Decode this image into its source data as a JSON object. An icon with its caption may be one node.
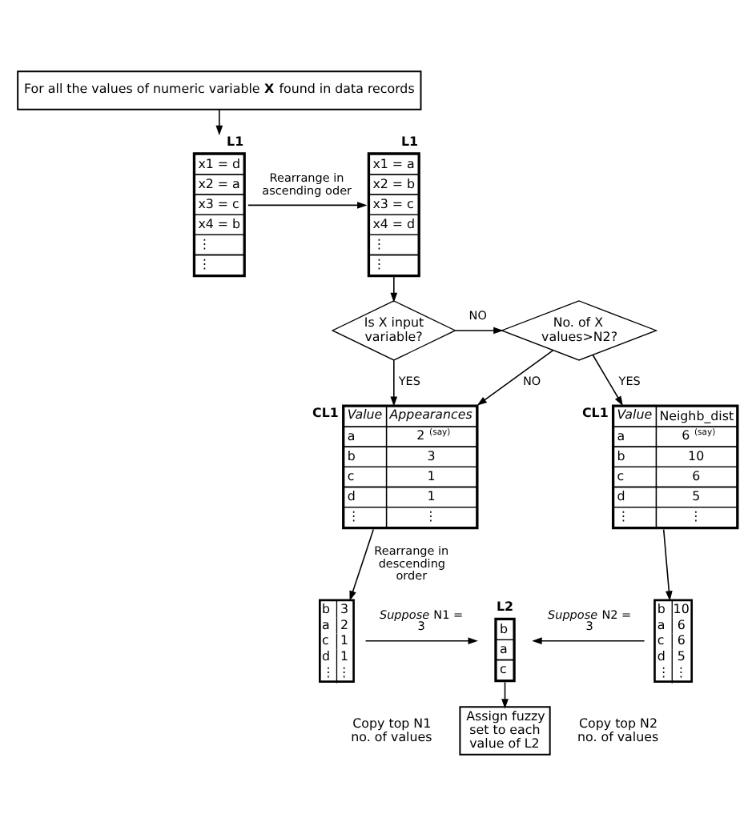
{
  "diagram": {
    "nodes": [
      {
        "text": [
          "For all the values of numeric variable **X** found in data records"
        ]
      },
      {
        "text": [
          "L1",
          "x1 = d",
          "x2 = a",
          "x3 = c",
          "x4 = b",
          "⋮",
          "⋮"
        ]
      },
      {
        "text": [
          "L1",
          "x1 = a",
          "x2 = b",
          "x3 = c",
          "x4 = d",
          "⋮",
          "⋮"
        ]
      },
      {
        "text": [
          "Is X input variable?"
        ]
      },
      {
        "text": [
          "No. of X values>N2?"
        ]
      },
      {
        "text": [
          "CL1",
          "Value",
          "Appearances",
          "a",
          "2 $^{(say)}$",
          "b",
          "3",
          "c",
          "1",
          "d",
          "1",
          "⋮",
          "⋮"
        ]
      },
      {
        "text": [
          "CL1",
          "Value",
          "Neighb_dist",
          "a",
          "6 $^{(say)}$",
          "b",
          "10",
          "c",
          "6",
          "d",
          "5",
          "⋮",
          "⋮"
        ]
      },
      {
        "text": [
          "b",
          "3",
          "a",
          "2",
          "c",
          "1",
          "d",
          "1",
          "⋮",
          "⋮"
        ]
      },
      {
        "text": [
          "L2",
          "b",
          "a",
          "c"
        ]
      },
      {
        "text": [
          "b",
          "10",
          "a",
          "6",
          "c",
          "6",
          "d",
          "5",
          "⋮",
          "⋮"
        ]
      },
      {
        "text": [
          "Assign fuzzy set to each value of L2"
        ]
      }
    ],
    "edges": [
      {
        "from": 0,
        "to": 1,
        "arrow": "to"
      },
      {
        "from": 1,
        "to": 2,
        "arrow": "to",
        "label": "Rearrange in ascending oder"
      },
      {
        "from": 2,
        "to": 3,
        "arrow": "to"
      },
      {
        "from": 3,
        "to": 4,
        "arrow": "to",
        "label": "NO"
      },
      {
        "from": 3,
        "to": 5,
        "arrow": "to",
        "label": "YES"
      },
      {
        "from": 4,
        "to": 5,
        "arrow": "to",
        "label": "NO"
      },
      {
        "from": 4,
        "to": 6,
        "arrow": "to",
        "label": "YES"
      },
      {
        "from": 5,
        "to": 7,
        "arrow": "to",
        "label": "Rearrange in descending order"
      },
      {
        "from": 6,
        "to": 9,
        "arrow": "to"
      },
      {
        "from": 7,
        "to": 8,
        "arrow": "to",
        "label": "*Suppose* N1 = 3"
      },
      {
        "from": 9,
        "to": 8,
        "arrow": "to",
        "label": "*Suppose* N2 = 3"
      },
      {
        "from": 8,
        "to": 10,
        "arrow": "to"
      }
    ],
    "labels": [
      "Copy top N1 no. of values",
      "Copy top N2 no. of values"
    ]
  }
}
